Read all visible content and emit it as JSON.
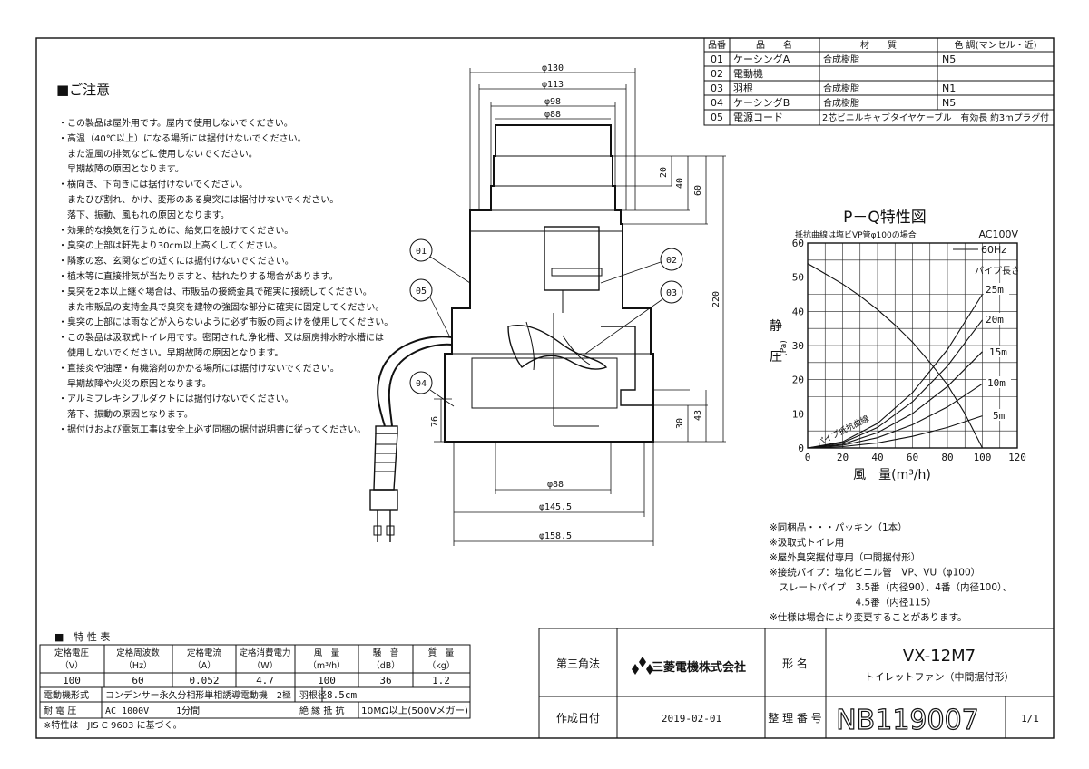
{
  "parts_table": {
    "headers": [
      "品番",
      "品　　名",
      "材　　質",
      "色 調(マンセル・近)"
    ],
    "rows": [
      [
        "01",
        "ケーシングA",
        "合成樹脂",
        "N5"
      ],
      [
        "02",
        "電動機",
        "",
        ""
      ],
      [
        "03",
        "羽根",
        "合成樹脂",
        "N1"
      ],
      [
        "04",
        "ケーシングB",
        "合成樹脂",
        "N5"
      ],
      [
        "05",
        "電源コード",
        "2芯ビニルキャブタイヤケーブル　有効長 約3mプラグ付",
        ""
      ]
    ]
  },
  "notes": {
    "heading": "■ご注意",
    "lines": [
      "・この製品は屋外用です。屋内で使用しないでください。",
      "・高温（40℃以上）になる場所には据付けないでください。",
      "　また温風の排気などに使用しないでください。",
      "　早期故障の原因となります。",
      "・横向き、下向きには据付けないでください。",
      "　またひび割れ、かけ、変形のある臭突には据付けないでください。",
      "　落下、振動、風もれの原因となります。",
      "・効果的な換気を行うために、給気口を設けてください。",
      "・臭突の上部は軒先より30cm以上高くしてください。",
      "・隣家の窓、玄関などの近くには据付けないでください。",
      "・植木等に直接排気が当たりますと、枯れたりする場合があります。",
      "・臭突を2本以上継ぐ場合は、市販品の接続金具で確実に接続してください。",
      "　また市販品の支持金具で臭突を建物の強固な部分に確実に固定してください。",
      "・臭突の上部には雨などが入らないように必ず市販の雨よけを使用してください。",
      "・この製品は汲取式トイレ用です。密閉された浄化槽、又は厨房排水貯水槽には",
      "　使用しないでください。早期故障の原因となります。",
      "・直接炎や油煙・有機溶剤のかかる場所には据付けないでください。",
      "　早期故障や火災の原因となります。",
      "・アルミフレキシブルダクトには据付けないでください。",
      "　落下、振動の原因となります。",
      "・据付けおよび電気工事は安全上必ず同梱の据付説明書に従ってください。"
    ]
  },
  "drawing": {
    "dims_top": [
      "φ130",
      "φ113",
      "φ98",
      "φ88"
    ],
    "dims_bottom": [
      "φ88",
      "φ145.5",
      "φ158.5"
    ],
    "dims_right": [
      "20",
      "40",
      "60",
      "220",
      "30",
      "43"
    ],
    "dim_left": "76",
    "callouts": [
      "01",
      "02",
      "03",
      "04",
      "05"
    ]
  },
  "chart_data": {
    "type": "line",
    "title": "P－Q特性図",
    "subtitle": "抵抗曲線は塩ビVP管φ100の場合",
    "power": "AC100V",
    "legend": "60Hz",
    "xlabel": "風　量(m³/h)",
    "ylabel": "静圧",
    "yunit": "(Pa)",
    "xlim": [
      0,
      120
    ],
    "ylim": [
      0,
      60
    ],
    "xticks": [
      0,
      20,
      40,
      60,
      80,
      100,
      120
    ],
    "yticks": [
      0,
      10,
      20,
      30,
      40,
      50,
      60
    ],
    "pipe_label": "パイプ長さ",
    "resistance_label": "パイプ抵抗曲線",
    "series": [
      {
        "name": "60Hz",
        "x": [
          0,
          10,
          20,
          30,
          40,
          50,
          60,
          70,
          80,
          90,
          100
        ],
        "y": [
          54,
          51,
          48,
          44.5,
          40.5,
          36,
          31,
          25,
          18.5,
          10,
          0
        ]
      },
      {
        "name": "25m",
        "x": [
          0,
          20,
          40,
          60,
          80,
          100
        ],
        "y": [
          0,
          1.8,
          7.2,
          16.2,
          28.8,
          45
        ]
      },
      {
        "name": "20m",
        "x": [
          0,
          20,
          40,
          60,
          80,
          100
        ],
        "y": [
          0,
          1.5,
          6,
          13.5,
          24,
          37.5
        ]
      },
      {
        "name": "15m",
        "x": [
          0,
          20,
          40,
          60,
          80,
          100
        ],
        "y": [
          0,
          1.1,
          4.5,
          10.1,
          18,
          28.2
        ]
      },
      {
        "name": "10m",
        "x": [
          0,
          20,
          40,
          60,
          80,
          100
        ],
        "y": [
          0,
          0.8,
          3,
          6.8,
          12,
          18.8
        ]
      },
      {
        "name": "5m",
        "x": [
          0,
          20,
          40,
          60,
          80,
          100
        ],
        "y": [
          0,
          0.4,
          1.5,
          3.4,
          6,
          9.4
        ]
      }
    ],
    "pipe_labels": [
      "25m",
      "20m",
      "15m",
      "10m",
      "5m"
    ]
  },
  "accessories": [
    "※同梱品・・・パッキン（1本）",
    "※汲取式トイレ用",
    "※屋外臭突据付専用（中間据付形）",
    "※接続パイプ：塩化ビニル管　VP、VU（φ100）",
    "　スレートパイプ　3.5番（内径90）、4番（内径100）、",
    "　　　　　　　　　4.5番（内径115）",
    "※仕様は場合により変更することがあります。"
  ],
  "spec": {
    "heading": "■　特 性 表",
    "headers": [
      "定格電圧",
      "定格周波数",
      "定格電流",
      "定格消費電力",
      "風　量",
      "騒　音",
      "質　量"
    ],
    "units": [
      "（V）",
      "（Hz）",
      "（A）",
      "（W）",
      "（m³/h）",
      "（dB）",
      "（kg）"
    ],
    "values": [
      "100",
      "60",
      "0.052",
      "4.7",
      "100",
      "36",
      "1.2"
    ],
    "motor_label": "電動機形式",
    "motor_value": "コンデンサー永久分相形単相誘導電動機　2極",
    "blade_label": "羽根径",
    "blade_value": "8.5cm",
    "withstand_label": "耐 電 圧",
    "withstand_value": "AC 1000V　　　1分間",
    "insulation_label": "絶 縁 抵 抗",
    "insulation_value": "10MΩ以上(500Vメガー)",
    "footnote": "※特性は　JIS C 9603 に基づく。"
  },
  "title_block": {
    "projection": "第三角法",
    "company": "三菱電機株式会社",
    "model_label": "形 名",
    "model": "VX-12M7",
    "product": "トイレットファン（中間据付形）",
    "date_label": "作成日付",
    "date": "2019-02-01",
    "number_label": "整 理 番 号",
    "number": "NB119007",
    "page": "1/1"
  }
}
